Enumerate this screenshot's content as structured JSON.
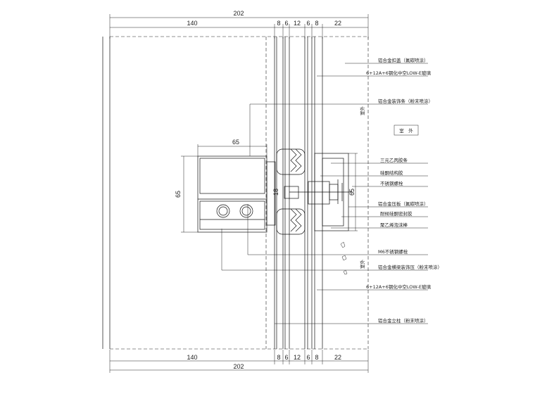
{
  "dimensions": {
    "top": {
      "overall": "202",
      "left": "140",
      "segments": [
        "8",
        "6",
        "12",
        "6",
        "8",
        "22"
      ]
    },
    "bottom": {
      "overall": "202",
      "left": "140",
      "segments": [
        "8",
        "6",
        "12",
        "6",
        "8",
        "22"
      ]
    },
    "mullion_width": "65",
    "mullion_height": "65",
    "inner_small": "18",
    "right_small": "65"
  },
  "callouts": [
    "铝合金扣盖（氟碳喷涂）",
    "6+12A+6钢化中空LOW-E玻璃",
    "铝合金装饰条（粉末喷涂）",
    "三元乙丙胶条",
    "硅酮结构胶",
    "不锈钢螺栓",
    "铝合金压板（氟碳喷涂）",
    "耐候硅酮密封胶",
    "聚乙烯泡沫棒",
    "M6不锈钢螺栓",
    "铝合金横梁装饰压（粉末喷涂）",
    "6+12A+6钢化中空LOW-E玻璃",
    "铝合金立柱（粉末喷涂）"
  ],
  "side_labels": {
    "outdoor_upper": "室外",
    "outdoor_lower": "室外",
    "room_label": "室　外"
  }
}
